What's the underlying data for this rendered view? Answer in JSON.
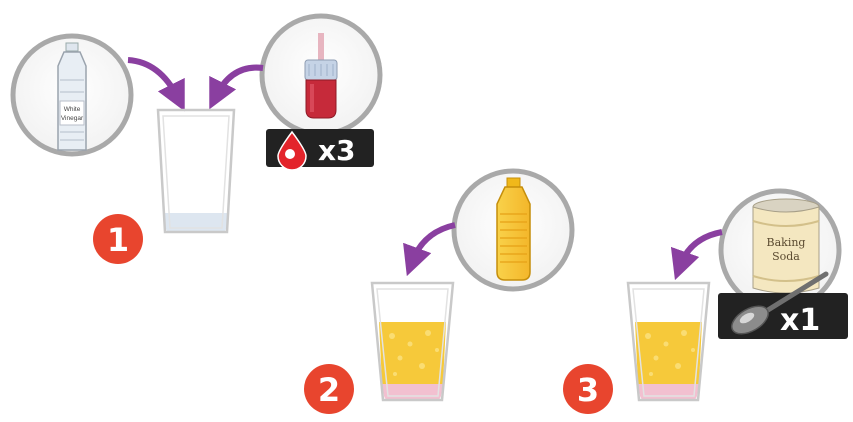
{
  "steps": [
    {
      "number": "1"
    },
    {
      "number": "2"
    },
    {
      "number": "3"
    }
  ],
  "ingredients": {
    "vinegar": {
      "label_line1": "White",
      "label_line2": "Vinegar"
    },
    "food_coloring": {
      "multiplier": "x3"
    },
    "oil": {},
    "baking_soda": {
      "label_line1": "Baking",
      "label_line2": "Soda",
      "multiplier": "x1"
    }
  },
  "colors": {
    "step_badge": "#e8452e",
    "arrow": "#8a3fa0",
    "ring": "#a9a9a9",
    "oil": "#f6c93a",
    "red_layer": "#f2c0d0",
    "vinegar_layer": "#dde6f0",
    "counter_bg": "#222222"
  }
}
